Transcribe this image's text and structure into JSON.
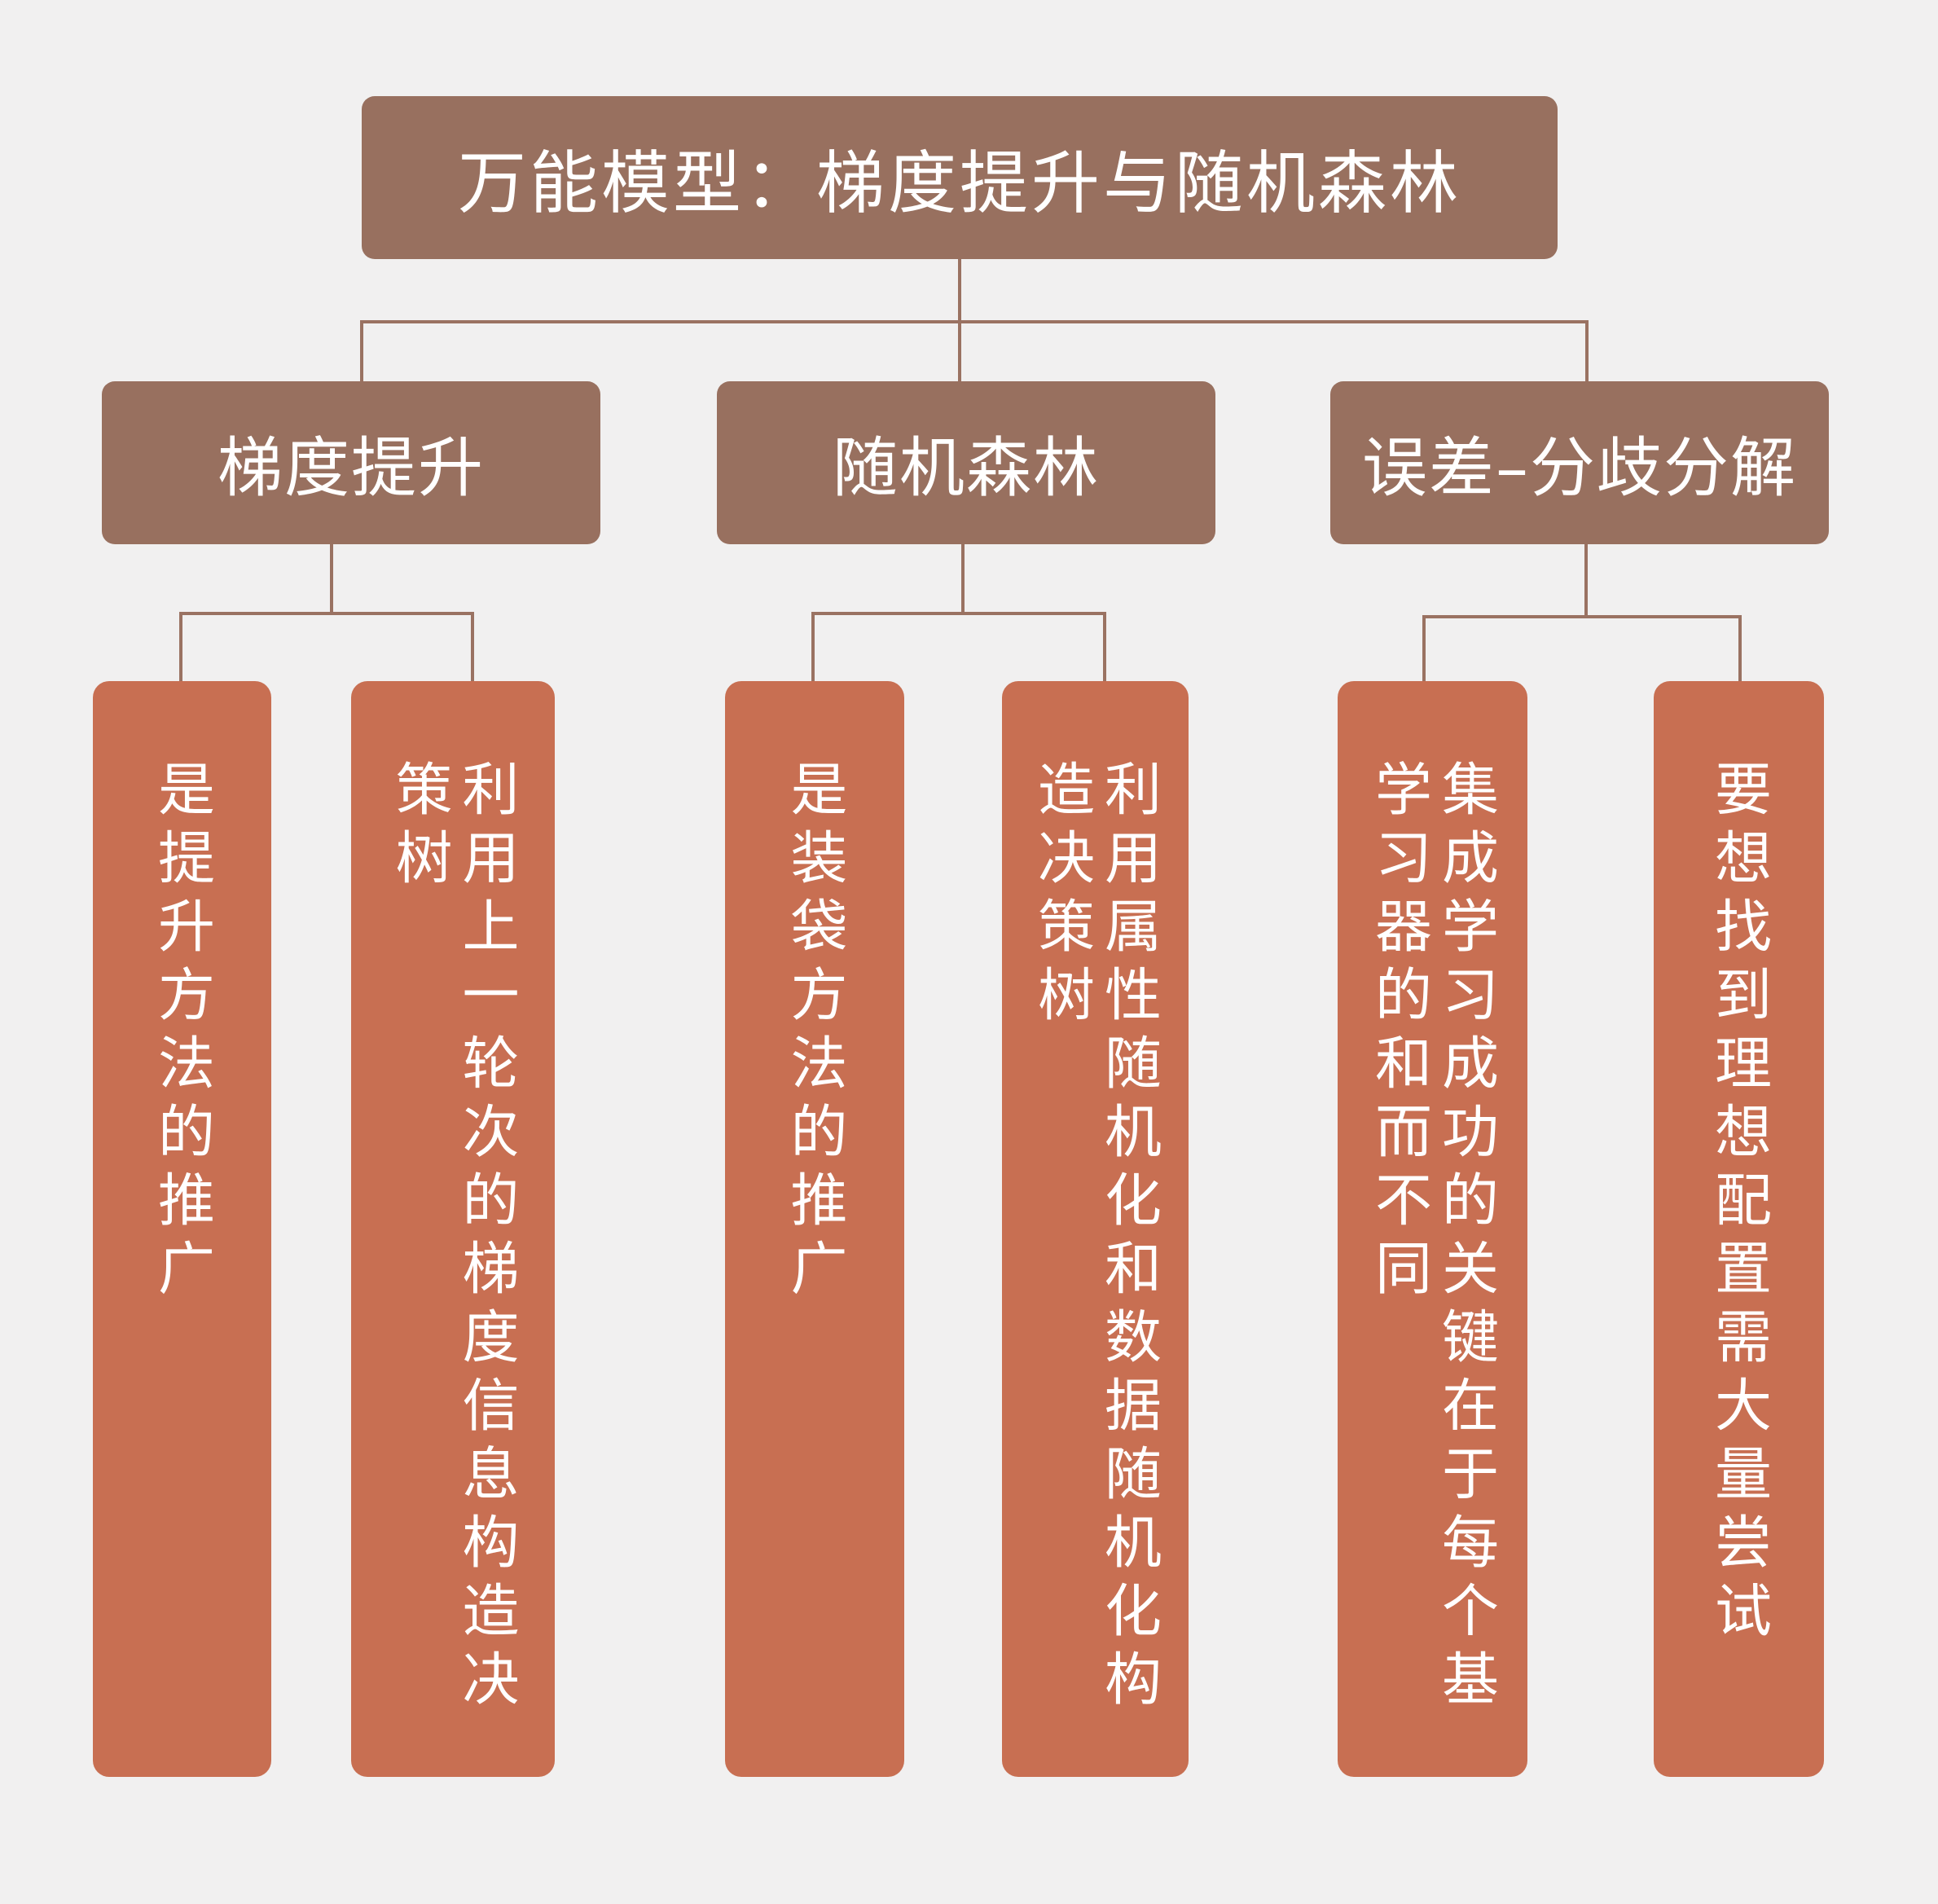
{
  "root": {
    "title": "万能模型：梯度提升与随机森林"
  },
  "branches": [
    {
      "label": "梯度提升"
    },
    {
      "label": "随机森林"
    },
    {
      "label": "误差–分歧分解"
    }
  ],
  "leaves": [
    {
      "text": "是提升方法的推广"
    },
    {
      "text": "利用上一轮次的梯度信息构造决策树"
    },
    {
      "text": "是装袋方法的推广"
    },
    {
      "text": "利用属性随机化和数据随机化构造决策树"
    },
    {
      "text": "集成学习成功的关键在于每个基学习器的和而不同"
    },
    {
      "text": "要想找到理想配置需大量尝试"
    }
  ],
  "colors": {
    "background": "#f1f0f0",
    "header_box": "#98705f",
    "leaf_box": "#c86f52",
    "connector": "#9a7262",
    "text": "#ffffff"
  }
}
